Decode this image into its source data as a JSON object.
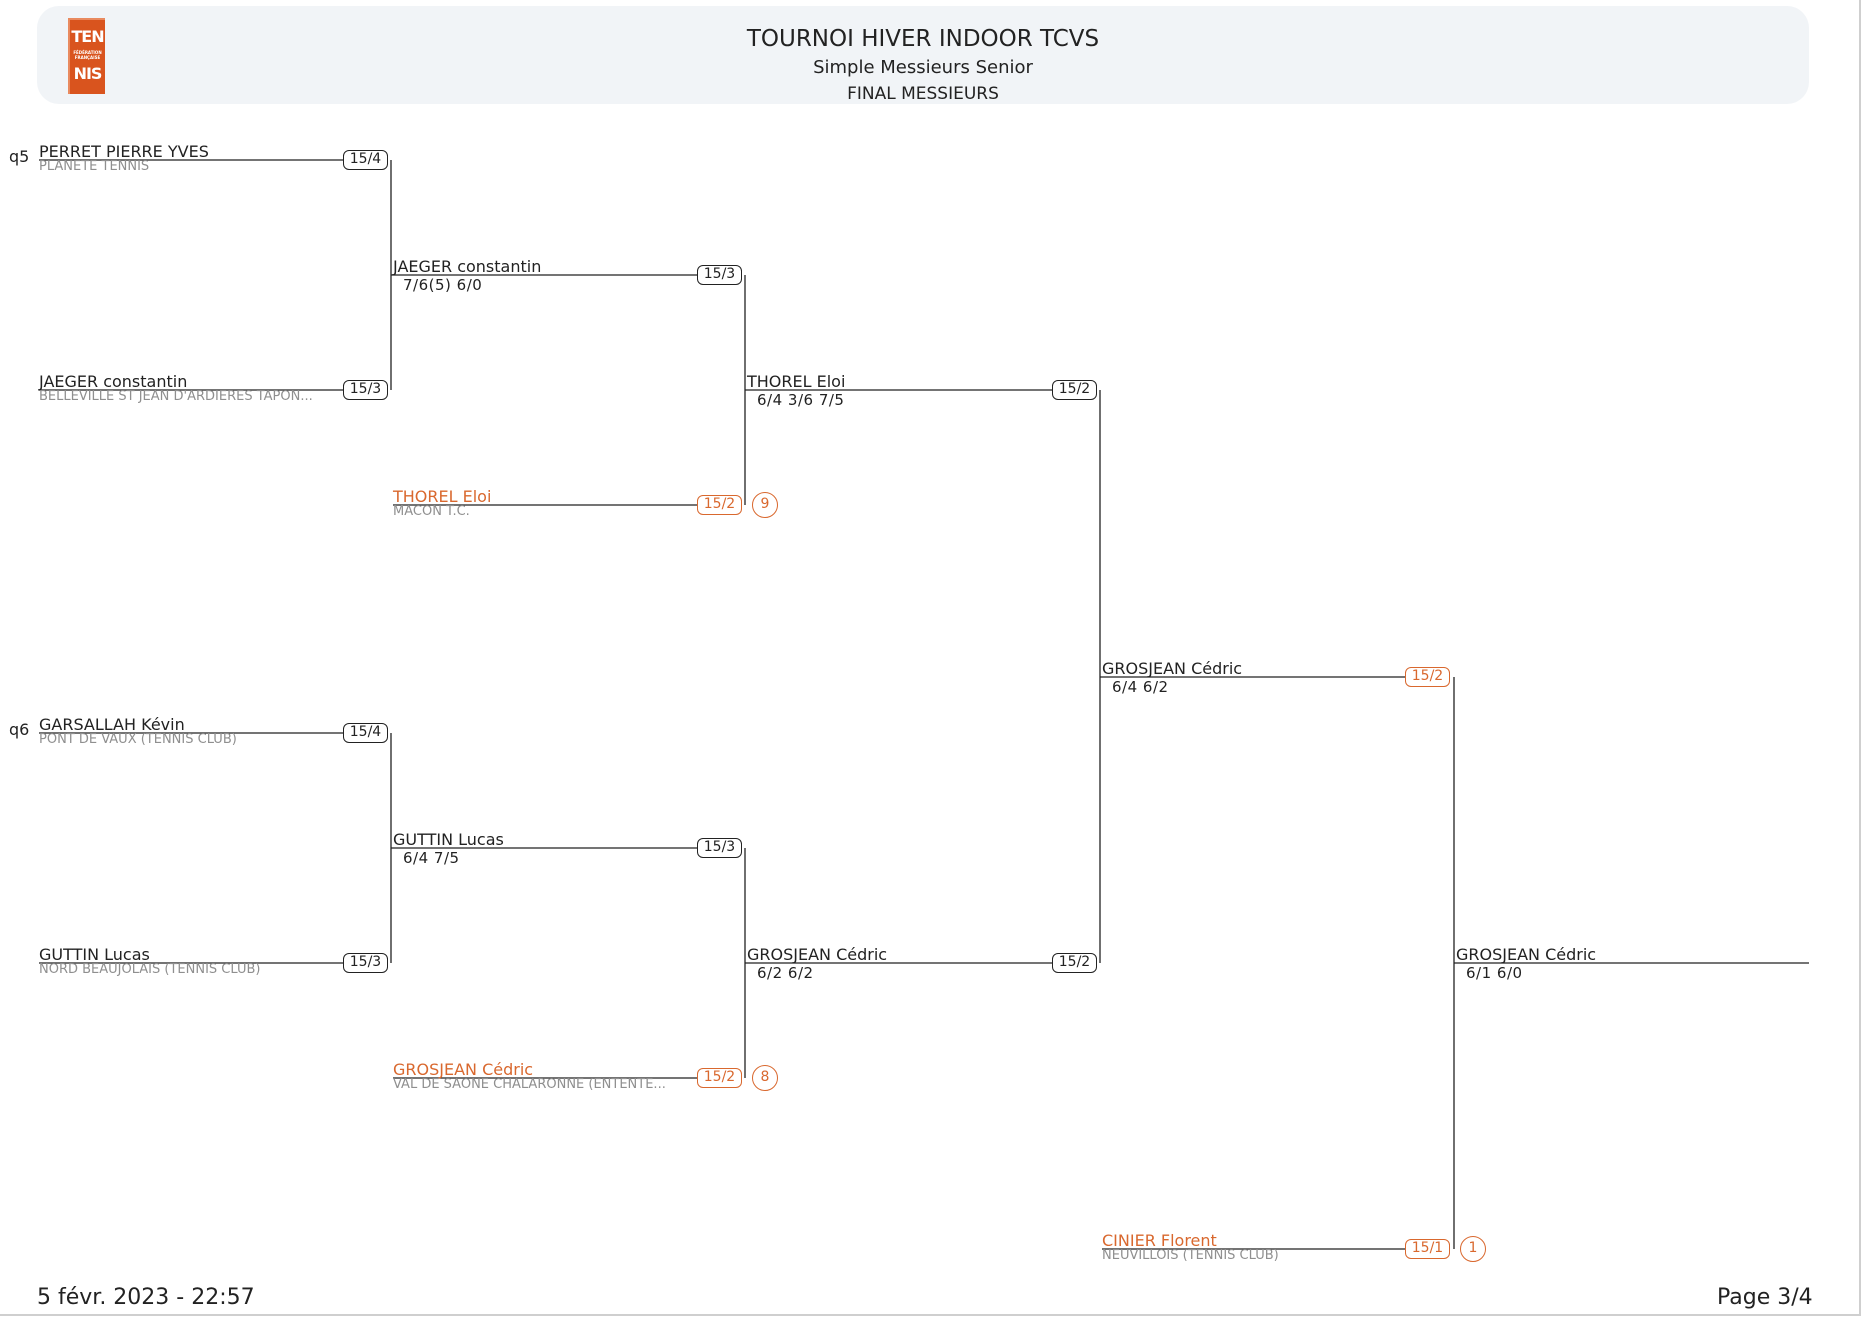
{
  "header": {
    "logo": {
      "line1": "TEN",
      "line2": "FÉDÉRATION FRANÇAISE",
      "line3": "NIS"
    },
    "title": "TOURNOI HIVER INDOOR TCVS",
    "subtitle": "Simple Messieurs Senior",
    "draw": "FINAL MESSIEURS"
  },
  "colors": {
    "accent": "#d9682e",
    "line": "#222222",
    "club": "#8f8f8f",
    "header_bg": "#f1f4f7"
  },
  "round1": [
    {
      "qualifier": "q5",
      "name": "PERRET PIERRE YVES",
      "club": "PLANETE TENNIS",
      "ranking": "15/4"
    },
    {
      "name": "JAEGER constantin",
      "club": "BELLEVILLE ST JEAN D'ARDIERES TAPON...",
      "ranking": "15/3"
    },
    {
      "qualifier": "q6",
      "name": "GARSALLAH Kévin",
      "club": "PONT DE VAUX (TENNIS CLUB)",
      "ranking": "15/4"
    },
    {
      "name": "GUTTIN Lucas",
      "club": "NORD BEAUJOLAIS (TENNIS CLUB)",
      "ranking": "15/3"
    }
  ],
  "round2": [
    {
      "name": "JAEGER constantin",
      "score": "7/6(5) 6/0",
      "ranking": "15/3"
    },
    {
      "name": "THOREL Eloi",
      "club": "MACON T.C.",
      "ranking": "15/2",
      "seed": "9",
      "entry": true
    },
    {
      "name": "GUTTIN Lucas",
      "score": "6/4 7/5",
      "ranking": "15/3"
    },
    {
      "name": "GROSJEAN Cédric",
      "club": "VAL DE SAONE CHALARONNE (ENTENTE...",
      "ranking": "15/2",
      "seed": "8",
      "entry": true
    }
  ],
  "round3": [
    {
      "name": "THOREL Eloi",
      "score": "6/4 3/6 7/5",
      "ranking": "15/2"
    },
    {
      "name": "GROSJEAN Cédric",
      "score": "6/2 6/2",
      "ranking": "15/2"
    }
  ],
  "round4": [
    {
      "name": "GROSJEAN Cédric",
      "score": "6/4 6/2",
      "ranking": "15/2"
    },
    {
      "name": "CINIER Florent",
      "club": "NEUVILLOIS (TENNIS CLUB)",
      "ranking": "15/1",
      "seed": "1",
      "entry": true
    }
  ],
  "winner": {
    "name": "GROSJEAN Cédric",
    "score": "6/1 6/0"
  },
  "footer": {
    "date": "5 févr. 2023 - 22:57",
    "page": "Page 3/4"
  }
}
